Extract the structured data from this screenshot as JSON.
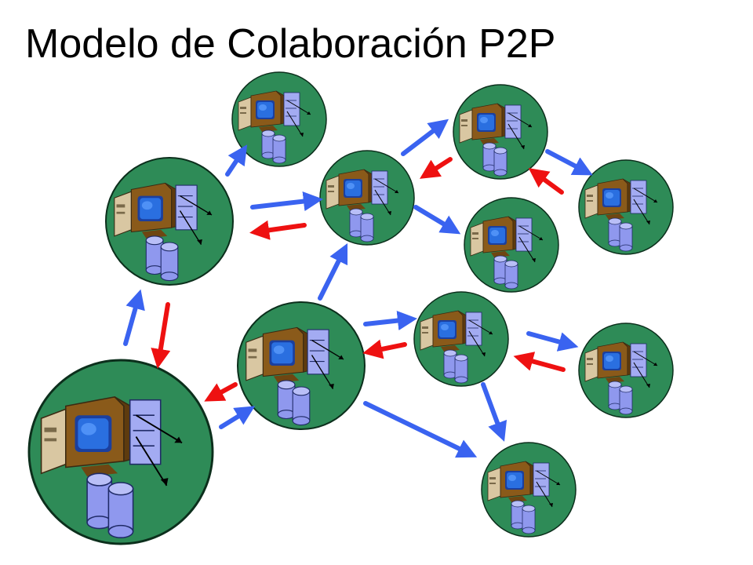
{
  "title": "Modelo de Colaboración P2P",
  "colors": {
    "peer_fill": "#2e8b57",
    "request_arrow": "#3a63f0",
    "response_arrow": "#ee1111",
    "monitor_body": "#8a5a1a",
    "screen": "#2a6fe0",
    "cylinder": "#8f98ee",
    "rack_bg": "#a3abf2"
  },
  "icons": {
    "peer": "computer-with-server-and-database-icon"
  },
  "peers": [
    "peer-top",
    "peer-left",
    "peer-center",
    "peer-right-top",
    "peer-right-mid",
    "peer-far-right",
    "peer-middle",
    "peer-mid-right",
    "peer-far-right-low",
    "peer-bottom-left",
    "peer-bottom-right"
  ],
  "connections": [
    {
      "from": "peer-left",
      "to": "peer-top",
      "type": "request"
    },
    {
      "from": "peer-left",
      "to": "peer-center",
      "type": "request"
    },
    {
      "from": "peer-center",
      "to": "peer-left",
      "type": "response"
    },
    {
      "from": "peer-center",
      "to": "peer-right-top",
      "type": "request"
    },
    {
      "from": "peer-right-top",
      "to": "peer-center",
      "type": "response"
    },
    {
      "from": "peer-center",
      "to": "peer-right-mid",
      "type": "request"
    },
    {
      "from": "peer-right-top",
      "to": "peer-far-right",
      "type": "request"
    },
    {
      "from": "peer-far-right",
      "to": "peer-right-top",
      "type": "response"
    },
    {
      "from": "peer-bottom-left",
      "to": "peer-left",
      "type": "request"
    },
    {
      "from": "peer-left",
      "to": "peer-bottom-left",
      "type": "response"
    },
    {
      "from": "peer-middle",
      "to": "peer-center",
      "type": "request"
    },
    {
      "from": "peer-middle",
      "to": "peer-mid-right",
      "type": "request"
    },
    {
      "from": "peer-mid-right",
      "to": "peer-middle",
      "type": "response"
    },
    {
      "from": "peer-mid-right",
      "to": "peer-far-right-low",
      "type": "request"
    },
    {
      "from": "peer-far-right-low",
      "to": "peer-mid-right",
      "type": "response"
    },
    {
      "from": "peer-mid-right",
      "to": "peer-bottom-right",
      "type": "request"
    },
    {
      "from": "peer-middle",
      "to": "peer-bottom-right",
      "type": "request"
    },
    {
      "from": "peer-bottom-left",
      "to": "peer-middle",
      "type": "request"
    },
    {
      "from": "peer-middle",
      "to": "peer-bottom-left",
      "type": "response"
    }
  ]
}
